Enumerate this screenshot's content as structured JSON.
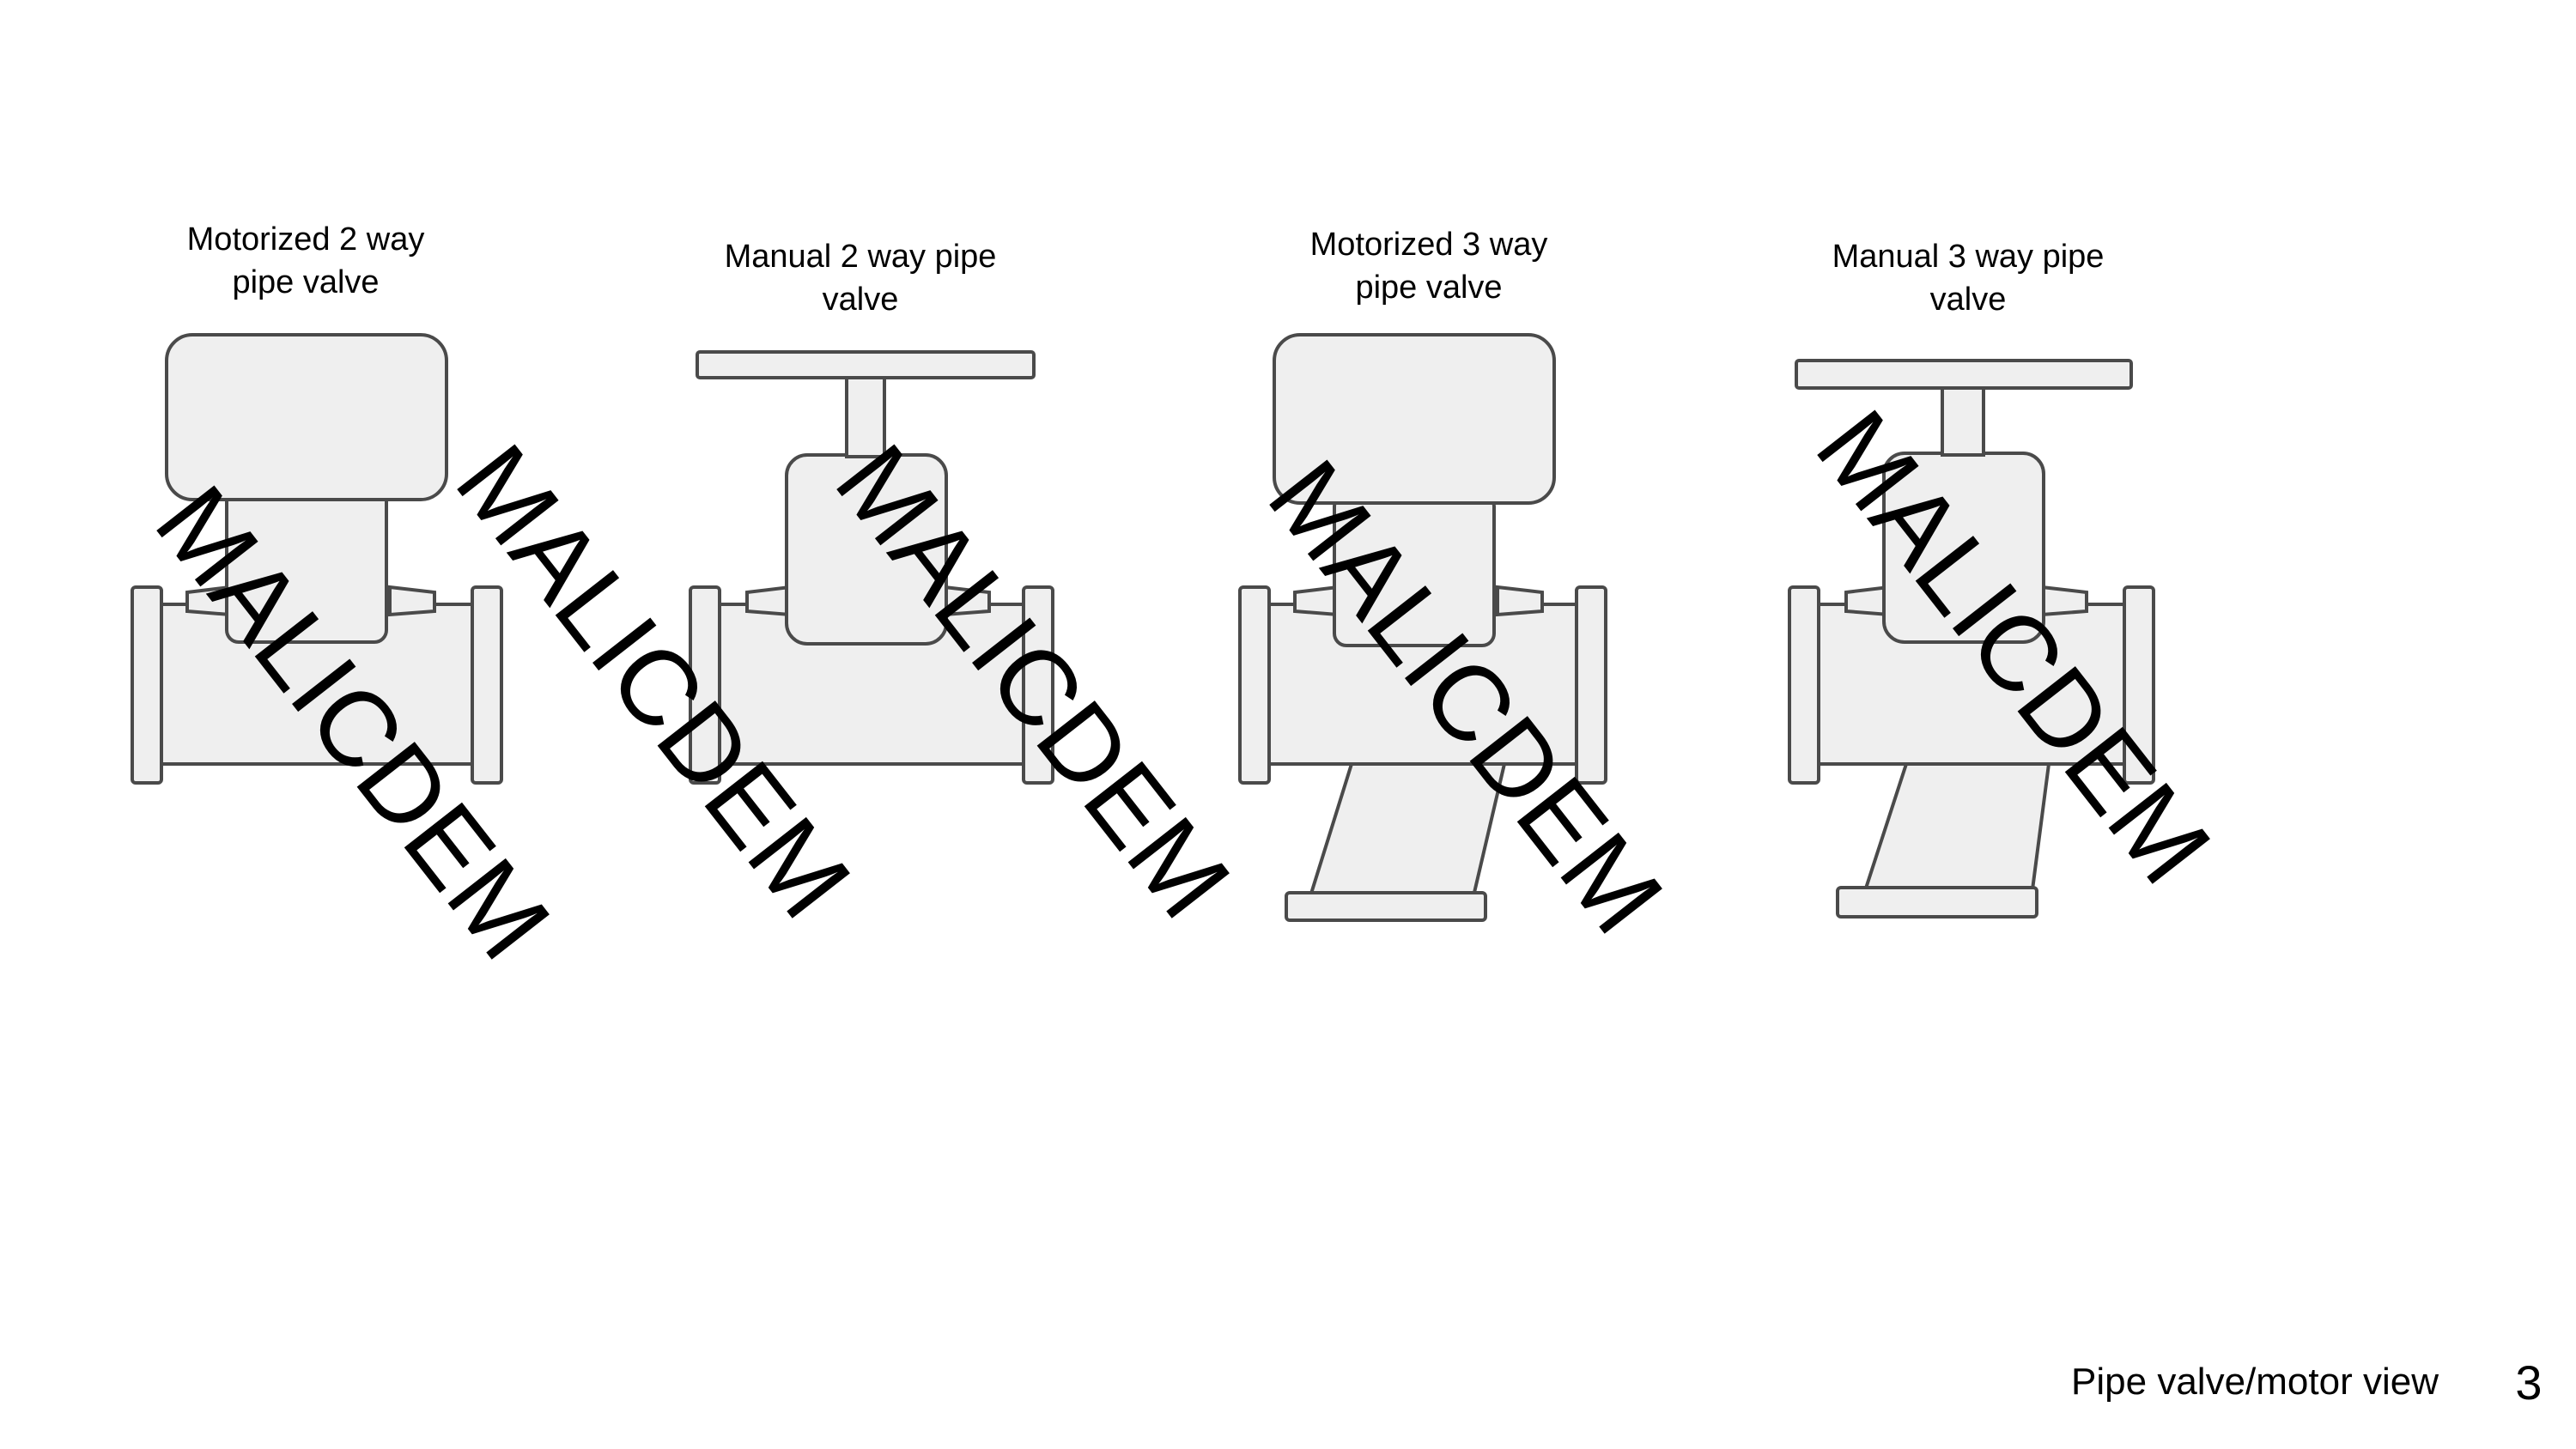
{
  "valves": [
    {
      "label_line1": "Motorized 2 way",
      "label_line2": "pipe valve"
    },
    {
      "label_line1": "Manual 2 way pipe",
      "label_line2": "valve"
    },
    {
      "label_line1": "Motorized 3 way",
      "label_line2": "pipe valve"
    },
    {
      "label_line1": "Manual 3 way pipe",
      "label_line2": "valve"
    }
  ],
  "watermark": "MALICDEM",
  "footer": {
    "caption": "Pipe valve/motor view",
    "page_number": "3"
  }
}
